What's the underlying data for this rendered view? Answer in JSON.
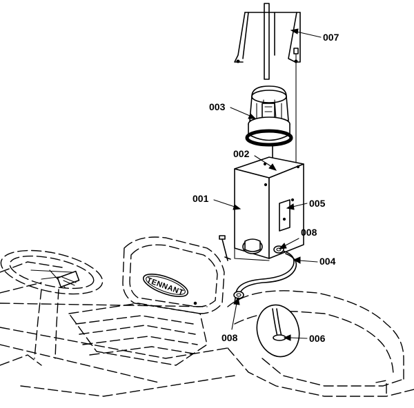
{
  "brand_text": "TENNANT",
  "callouts": [
    {
      "id": "c007",
      "label": "007"
    },
    {
      "id": "c003",
      "label": "003"
    },
    {
      "id": "c002",
      "label": "002"
    },
    {
      "id": "c001",
      "label": "001"
    },
    {
      "id": "c005",
      "label": "005"
    },
    {
      "id": "c008a",
      "label": "008"
    },
    {
      "id": "c004",
      "label": "004"
    },
    {
      "id": "c008b",
      "label": "008"
    },
    {
      "id": "c006",
      "label": "006"
    }
  ]
}
